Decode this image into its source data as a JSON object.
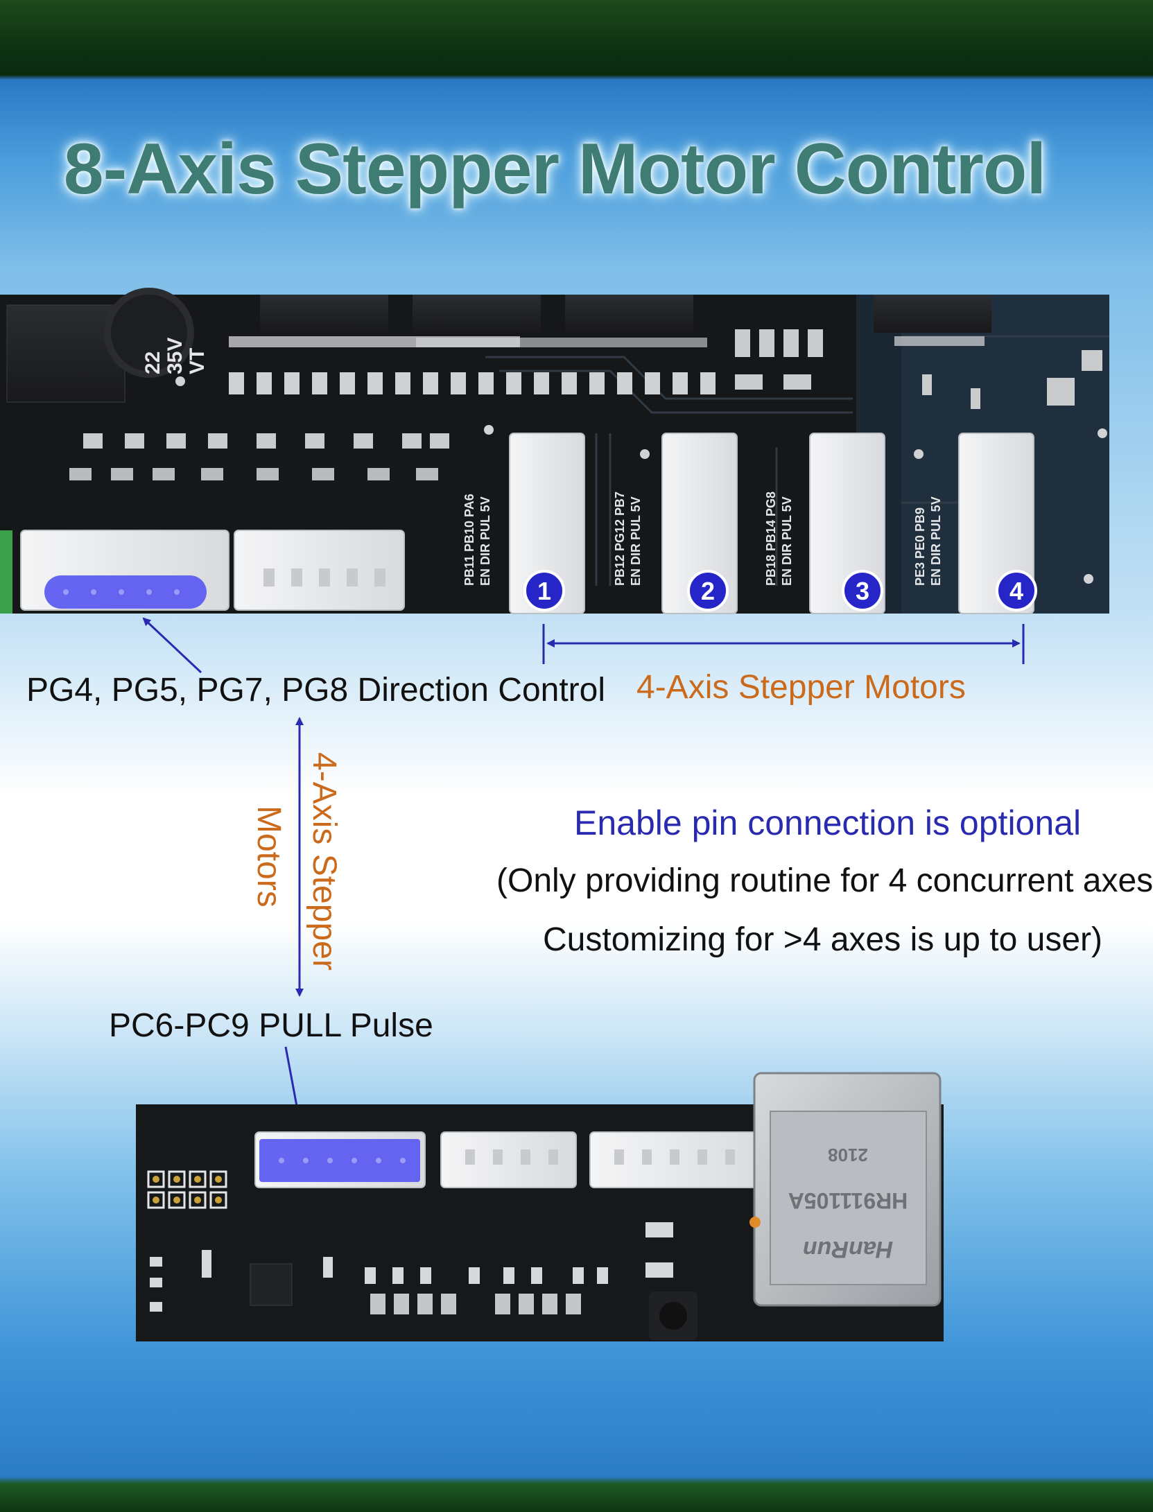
{
  "title": "8-Axis Stepper Motor Control",
  "callouts": {
    "direction": "PG4, PG5, PG7, PG8 Direction Control",
    "stepper_group": "4-Axis Stepper Motors",
    "vertical_line1": "4-Axis Stepper",
    "vertical_line2": "Motors",
    "pulse": "PC6-PC9 PULL Pulse"
  },
  "motor_numbers": [
    "1",
    "2",
    "3",
    "4"
  ],
  "notes": {
    "line1": "Enable pin connection is optional",
    "line2": "(Only providing routine for 4 concurrent axes",
    "line3": "Customizing for >4 axes is up to user)"
  },
  "board_text": {
    "pcb_left_1": "PB11 PB10 PA6",
    "pcb_left_2": "EN DIR PUL 5V",
    "pcb_2_1": "PB12 PG12 PB7",
    "pcb_2_2": "EN DIR PUL 5V",
    "pcb_3_1": "PB18 PB14 PG8",
    "pcb_3_2": "EN DIR PUL 5V",
    "pcb_4_1": "PE3 PE0 PB9",
    "pcb_4_2": "EN DIR PUL 5V",
    "cap_1": "22",
    "cap_2": "35V",
    "cap_3": "VT",
    "jack_code": "2108",
    "jack_model": "HR911105A",
    "jack_brand": "HanRun"
  },
  "colors": {
    "highlight": "#5d5df0",
    "badge": "#2525c8",
    "connector": "#e9ecef",
    "pcb": "#16181a",
    "arrow": "#2a2ab0"
  }
}
